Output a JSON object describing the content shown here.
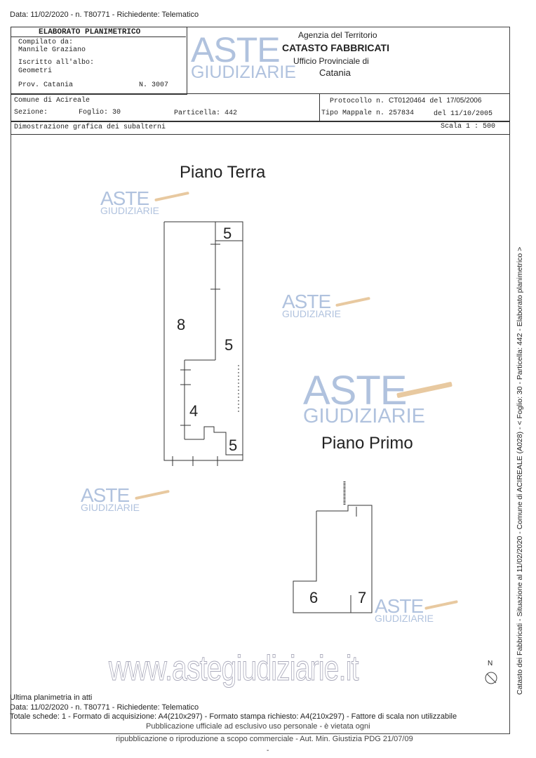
{
  "top_line": "Data: 11/02/2020 - n. T80771 - Richiedente: Telematico",
  "header": {
    "title": "ELABORATO PLANIMETRICO",
    "compilato_label": "Compilato da:",
    "compilato_name": "Mannile Graziano",
    "iscritto_label": "Iscritto all'albo:",
    "iscritto_value": "Geometri",
    "prov": "Prov. Catania",
    "numero": "N.  3007",
    "agency": "Agenzia del Territorio",
    "catasto": "CATASTO FABBRICATI",
    "ufficio": "Ufficio Provinciale di",
    "citta": "Catania",
    "comune": "Comune di Acireale",
    "sezione": "Sezione:",
    "foglio": "Foglio: 30",
    "particella": "Particella: 442",
    "protocollo_label": "Protocollo n.",
    "protocollo": "CT0120464",
    "protocollo_del": "del",
    "protocollo_date": "17/05/2006",
    "tipo_mappale": "Tipo Mappale n. 257834",
    "tipo_del": "del 11/10/2005",
    "dimostrazione": "Dimostrazione grafica dei subalterni",
    "scala": "Scala 1 : 500"
  },
  "plan": {
    "piano_terra": "Piano Terra",
    "piano_primo": "Piano Primo",
    "labels_terra": [
      "5",
      "8",
      "5",
      "4",
      "5"
    ],
    "labels_primo": [
      "6",
      "7"
    ],
    "north": "N"
  },
  "watermark": {
    "line1": "ASTE",
    "line2": "GIUDIZIARIE",
    "url": "www.astegiudiziarie.it",
    "color": "#9db4d6"
  },
  "side_text": "Catasto dei Fabbricati - Situazione al 11/02/2020 - Comune di ACIREALE (A028) - < Foglio: 30 - Particella: 442 - Elaborato planimetrico >",
  "footer": {
    "ultima": "Ultima planimetria in atti",
    "data": "Data: 11/02/2020 - n. T80771 - Richiedente: Telematico",
    "totale": "Totale schede: 1 - Formato di acquisizione: A4(210x297) - Formato stampa richiesto: A4(210x297) - Fattore di scala non utilizzabile",
    "disclaimer1": "Pubblicazione ufficiale ad esclusivo uso personale - è vietata ogni",
    "disclaimer2": "ripubblicazione o riproduzione a scopo commerciale - Aut. Min. Giustizia PDG 21/07/09",
    "dash": "-"
  }
}
